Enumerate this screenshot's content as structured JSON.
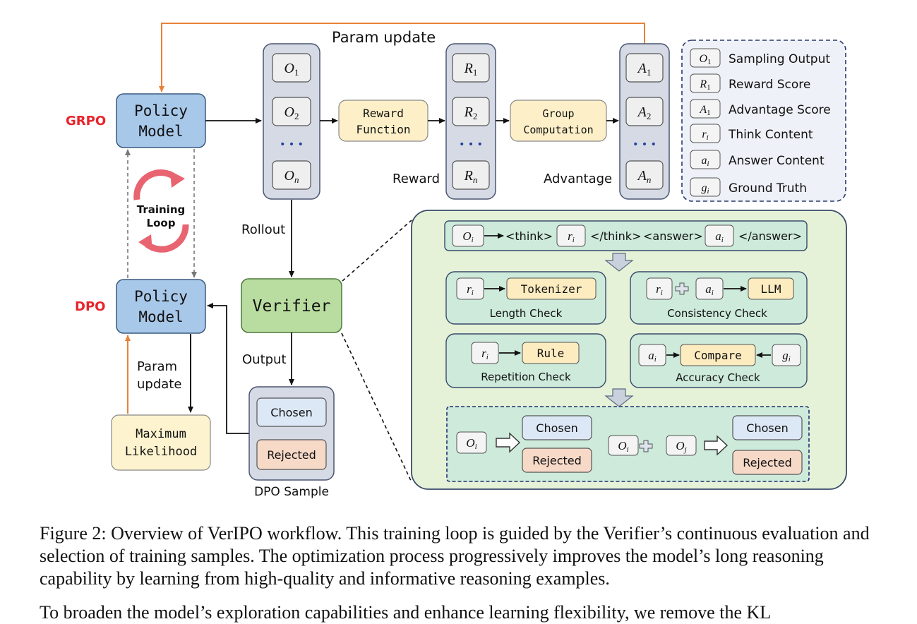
{
  "figure": {
    "param_update_top": "Param update",
    "grpo_label": "GRPO",
    "dpo_label": "DPO",
    "policy_model_top": [
      "Policy",
      "Model"
    ],
    "policy_model_bottom": [
      "Policy",
      "Model"
    ],
    "training_loop": [
      "Training",
      "Loop"
    ],
    "param_update_left": [
      "Param",
      "update"
    ],
    "maximum_likelihood": [
      "Maximum",
      "Likelihood"
    ],
    "outputs": {
      "o1_base": "O",
      "o1_sub": "1",
      "o2_base": "O",
      "o2_sub": "2",
      "on_base": "O",
      "on_sub": "n",
      "dots": "• • •"
    },
    "reward_function": [
      "Reward",
      "Function"
    ],
    "rewards": {
      "r1_base": "R",
      "r1_sub": "1",
      "r2_base": "R",
      "r2_sub": "2",
      "rn_base": "R",
      "rn_sub": "n",
      "dots": "• • •"
    },
    "reward_label": "Reward",
    "group_computation": [
      "Group",
      "Computation"
    ],
    "advantages": {
      "a1_base": "A",
      "a1_sub": "1",
      "a2_base": "A",
      "a2_sub": "2",
      "an_base": "A",
      "an_sub": "n",
      "dots": "• • •"
    },
    "advantage_label": "Advantage",
    "legend": [
      {
        "sym": "O",
        "sub": "1",
        "label": "Sampling Output"
      },
      {
        "sym": "R",
        "sub": "1",
        "label": "Reward Score"
      },
      {
        "sym": "A",
        "sub": "1",
        "label": "Advantage Score"
      },
      {
        "sym": "r",
        "sub": "i",
        "label": "Think Content"
      },
      {
        "sym": "a",
        "sub": "i",
        "label": "Answer Content"
      },
      {
        "sym": "g",
        "sub": "i",
        "label": "Ground Truth"
      }
    ],
    "rollout": "Rollout",
    "verifier": "Verifier",
    "output": "Output",
    "dpo_sample": {
      "chosen": "Chosen",
      "rejected": "Rejected",
      "label": "DPO Sample"
    },
    "format_row": {
      "think_open": "<think>",
      "think_close": "</think>",
      "answer_open": "<answer>",
      "answer_close": "</answer>"
    },
    "checks": {
      "length": {
        "tool": "Tokenizer",
        "label": "Length Check"
      },
      "consistency": {
        "tool": "LLM",
        "label": "Consistency Check"
      },
      "repetition": {
        "tool": "Rule",
        "label": "Repetition Check"
      },
      "accuracy": {
        "tool": "Compare",
        "label": "Accuracy Check"
      }
    },
    "result_row": {
      "chosen": "Chosen",
      "rejected": "Rejected"
    }
  },
  "caption": "Figure 2: Overview of VerIPO workflow. This training loop is guided by the Verifier’s continuous evaluation and selection of training samples. The optimization process progressively improves the model’s long reasoning capability by learning from high-quality and informative reasoning examples.",
  "body_text": "To broaden the model’s exploration capabilities and enhance learning flexibility, we remove the KL"
}
